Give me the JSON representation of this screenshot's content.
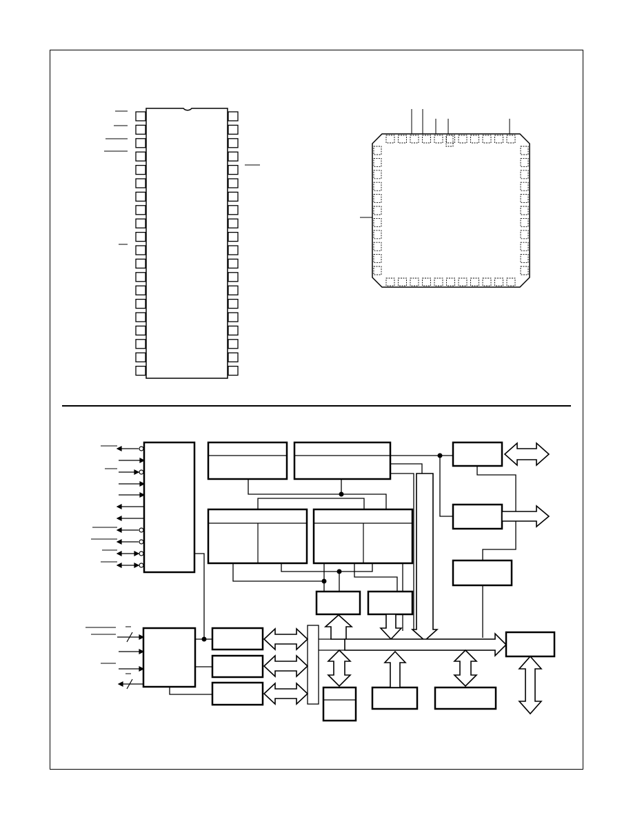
{
  "colors": {
    "ink": "#000000",
    "background": "#ffffff",
    "arrow_fill": "#ffffff"
  },
  "dip_package": {
    "pins_per_side": 20,
    "notch": true
  },
  "plcc_package": {
    "pads_top": 11,
    "pads_bottom": 11,
    "pads_left": 11,
    "pads_right": 11
  },
  "block_diagram": {
    "divided_blocks": 2,
    "bus_arrows": 14,
    "control_lines": 11
  }
}
